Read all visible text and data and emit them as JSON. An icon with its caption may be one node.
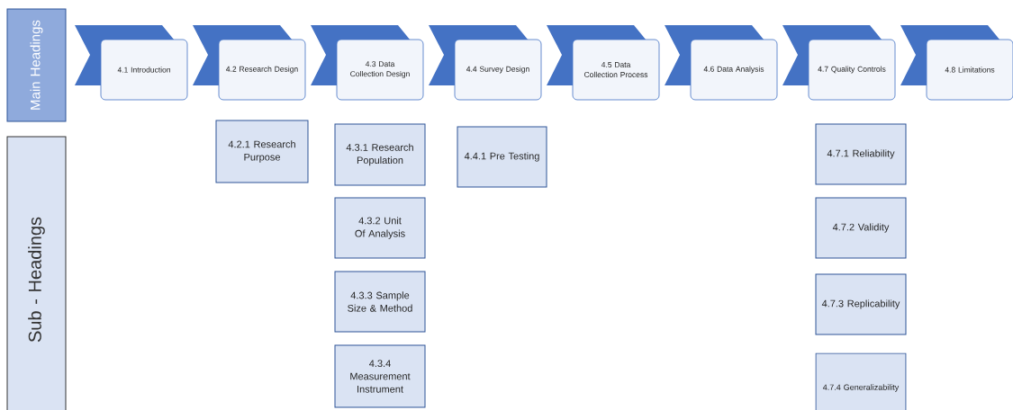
{
  "diagram": {
    "nodes": [
      {
        "text": [
          "Main Headings"
        ]
      },
      {
        "text": [
          "Sub - Headings"
        ]
      },
      {
        "text": [
          "4.1 Introduction"
        ]
      },
      {
        "text": [
          "4.2 Research Design"
        ]
      },
      {
        "text": [
          "4.3 Data Collection Design"
        ]
      },
      {
        "text": [
          "4.4 Survey Design"
        ]
      },
      {
        "text": [
          "4.5 Data Collection Process"
        ]
      },
      {
        "text": [
          "4.6 Data Analysis"
        ]
      },
      {
        "text": [
          "4.7 Quality Controls"
        ]
      },
      {
        "text": [
          "4.8 Limitations"
        ]
      },
      {
        "text": [
          "4.2.1 Research Purpose"
        ]
      },
      {
        "text": [
          "4.3.1 Research Population"
        ]
      },
      {
        "text": [
          "4.3.2 Unit Of Analysis"
        ]
      },
      {
        "text": [
          "4.3.3 Sample Size & Method"
        ]
      },
      {
        "text": [
          "4.3.4 Measurement Instrument"
        ]
      },
      {
        "text": [
          "4.4.1 Pre Testing"
        ]
      },
      {
        "text": [
          "4.7.1 Reliability"
        ]
      },
      {
        "text": [
          "4.7.2 Validity"
        ]
      },
      {
        "text": [
          "4.7.3 Replicability"
        ]
      },
      {
        "text": [
          "4.7.4 Generalizability"
        ]
      }
    ]
  }
}
